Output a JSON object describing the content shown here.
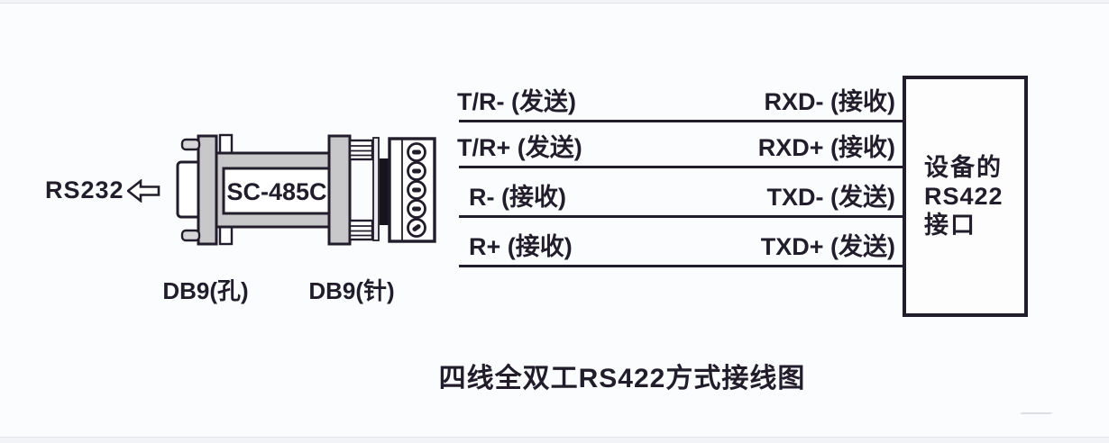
{
  "colors": {
    "background": "#fbfcfd",
    "ink": "#221d2b",
    "metal_gray": "#c8c8ca"
  },
  "source": {
    "label": "RS232",
    "arrow_icon": "left-white-arrow"
  },
  "adapter": {
    "model": "SC-485C",
    "female_label": "DB9(孔)",
    "male_label": "DB9(针)"
  },
  "wires": [
    {
      "left": "T/R- (发送)",
      "right": "RXD- (接收)"
    },
    {
      "left": "T/R+ (发送)",
      "right": "RXD+ (接收)"
    },
    {
      "left": "R- (接收)",
      "right": "TXD- (发送)"
    },
    {
      "left": "R+ (接收)",
      "right": "TXD+ (发送)"
    }
  ],
  "device": {
    "line1": "设备的",
    "line2": "RS422",
    "line3": "接口"
  },
  "caption": "四线全双工RS422方式接线图"
}
